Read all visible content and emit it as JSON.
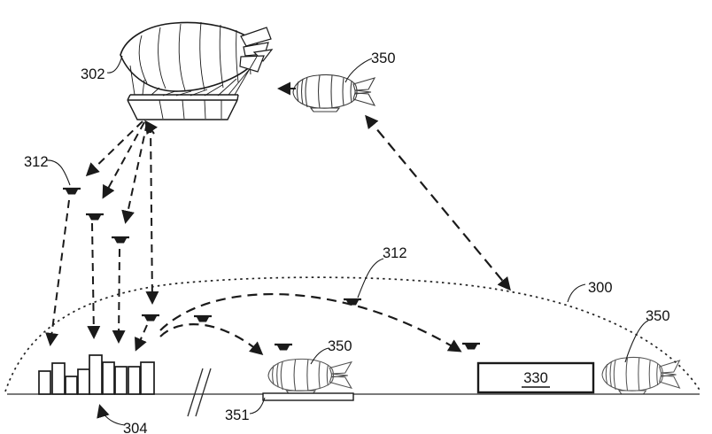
{
  "figure": {
    "kind": "patent-line-drawing",
    "colors": {
      "ink": "#1a1a1a",
      "light_ink": "#4a4a4a",
      "background": "#ffffff"
    },
    "labels": {
      "airship": "302",
      "uav_swarm_left": "312",
      "uav_mid": "312",
      "shuttle_airborne": "350",
      "shuttle_landed": "350",
      "shuttle_right": "350",
      "coverage_boundary": "300",
      "city": "304",
      "facility": "330",
      "landing_platform": "351"
    }
  }
}
